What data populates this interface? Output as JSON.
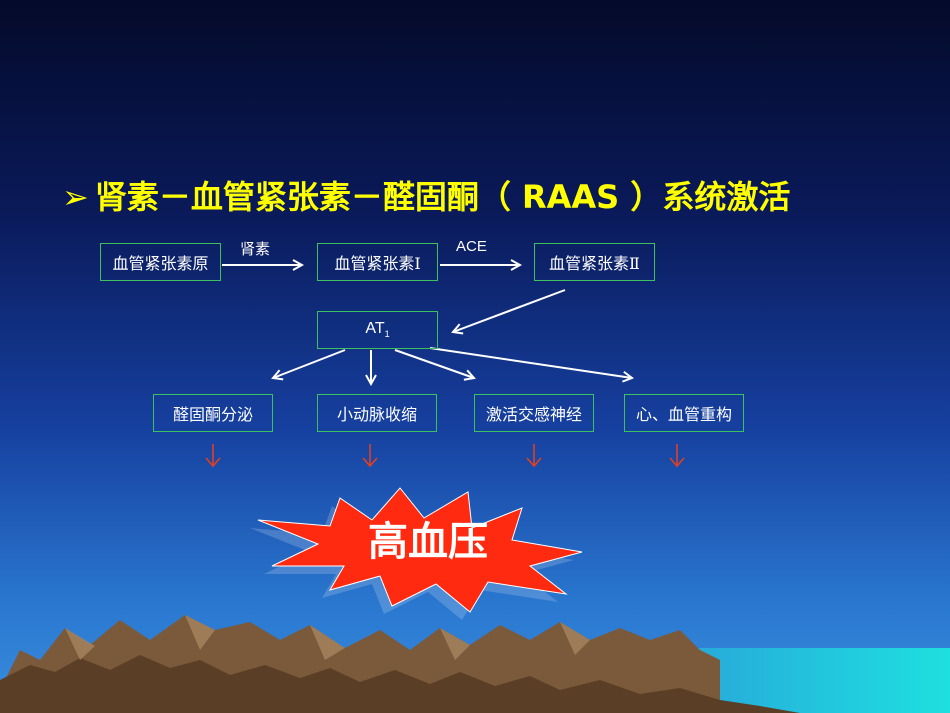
{
  "title": {
    "bullet": "➢",
    "text": "肾素－血管紧张素－醛固酮（ RAAS ）系统激活"
  },
  "flow": {
    "box_angiotensinogen": "血管紧张素原",
    "box_angiotensin_1": "血管紧张素Ⅰ",
    "box_angiotensin_2": "血管紧张素Ⅱ",
    "label_renin": "肾素",
    "label_ace": "ACE",
    "box_at1_main": "AT",
    "box_at1_sub": "1"
  },
  "effects": [
    "醛固酮分泌",
    "小动脉收缩",
    "激活交感神经",
    "心、血管重构"
  ],
  "result": {
    "label": "高血压"
  },
  "colors": {
    "title": "#ffff00",
    "box_border": "#3cc060",
    "burst_fill": "#ff2a10",
    "down_arrow": "#e04020"
  }
}
